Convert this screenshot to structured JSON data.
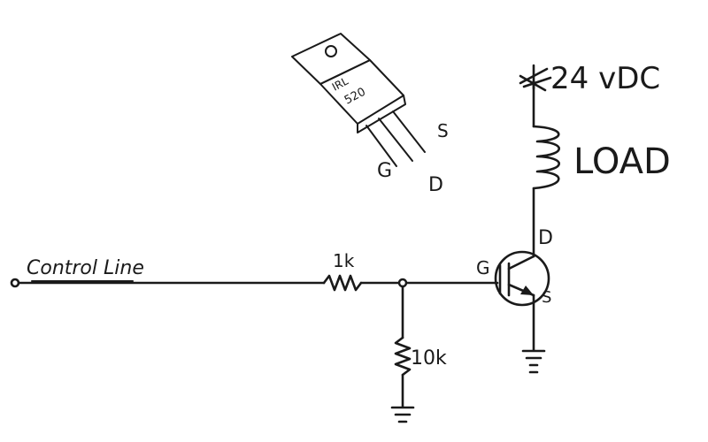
{
  "labels": {
    "control_line": "Control Line",
    "r1": "1k",
    "r2": "10k",
    "supply": "24 vDC",
    "load": "LOAD",
    "gate_pin": "G",
    "drain_pin": "D",
    "source_pin": "S"
  },
  "package": {
    "part_line1": "IRL",
    "part_line2": "520",
    "pin_g": "G",
    "pin_d": "D",
    "pin_s": "S"
  }
}
